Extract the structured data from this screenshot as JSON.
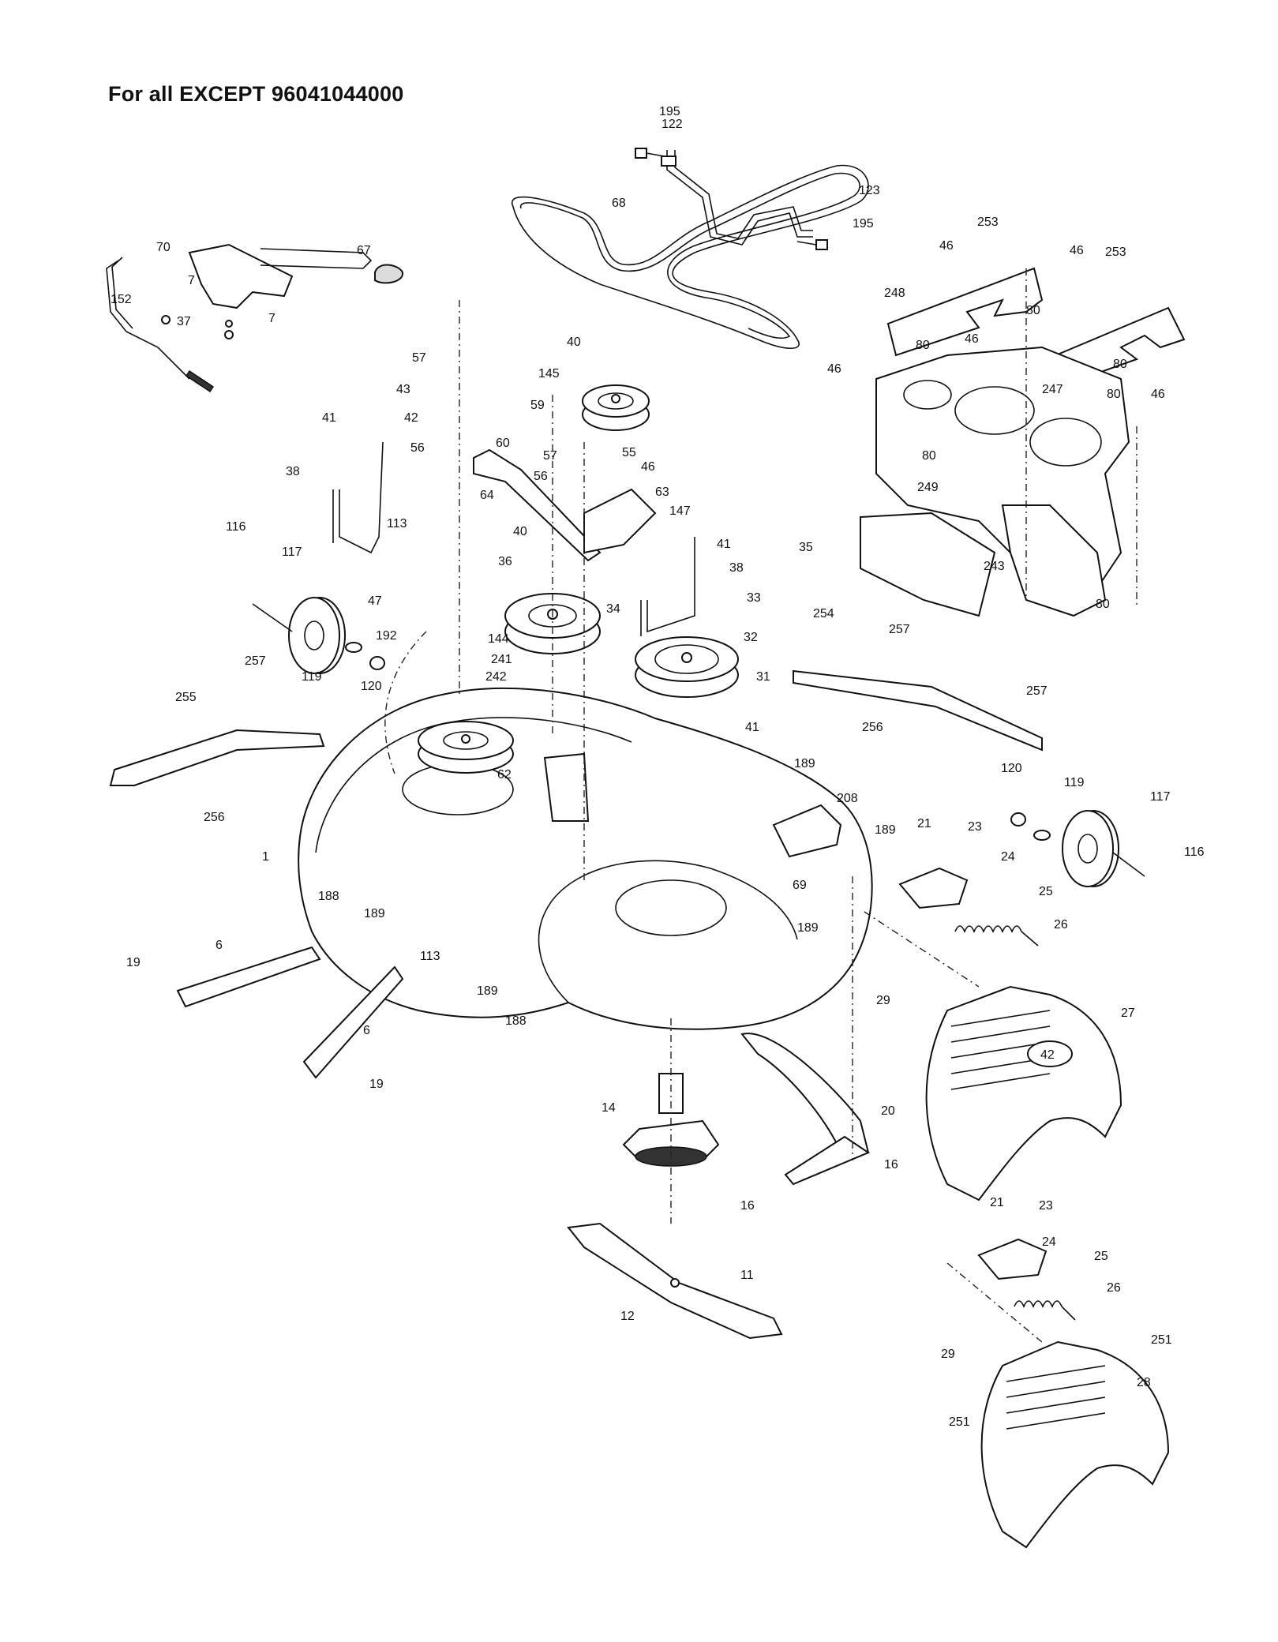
{
  "page": {
    "title": "For all EXCEPT 96041044000"
  },
  "callouts": [
    {
      "id": "c195a",
      "text": "195"
    },
    {
      "id": "c122",
      "text": "122"
    },
    {
      "id": "c68",
      "text": "68"
    },
    {
      "id": "c123",
      "text": "123"
    },
    {
      "id": "c195b",
      "text": "195"
    },
    {
      "id": "c253a",
      "text": "253"
    },
    {
      "id": "c253b",
      "text": "253"
    },
    {
      "id": "c46a",
      "text": "46"
    },
    {
      "id": "c46b",
      "text": "46"
    },
    {
      "id": "c70",
      "text": "70"
    },
    {
      "id": "c67",
      "text": "67"
    },
    {
      "id": "c7a",
      "text": "7"
    },
    {
      "id": "c152",
      "text": "152"
    },
    {
      "id": "c7b",
      "text": "7"
    },
    {
      "id": "c37",
      "text": "37"
    },
    {
      "id": "c248",
      "text": "248"
    },
    {
      "id": "c80a",
      "text": "80"
    },
    {
      "id": "c80b",
      "text": "80"
    },
    {
      "id": "c46c",
      "text": "46"
    },
    {
      "id": "c80c",
      "text": "80"
    },
    {
      "id": "c46d",
      "text": "46"
    },
    {
      "id": "c247",
      "text": "247"
    },
    {
      "id": "c80d",
      "text": "80"
    },
    {
      "id": "c46e",
      "text": "46"
    },
    {
      "id": "c40a",
      "text": "40"
    },
    {
      "id": "c57a",
      "text": "57"
    },
    {
      "id": "c145",
      "text": "145"
    },
    {
      "id": "c43",
      "text": "43"
    },
    {
      "id": "c59",
      "text": "59"
    },
    {
      "id": "c42",
      "text": "42"
    },
    {
      "id": "c41a",
      "text": "41"
    },
    {
      "id": "c56a",
      "text": "56"
    },
    {
      "id": "c60",
      "text": "60"
    },
    {
      "id": "c57b",
      "text": "57"
    },
    {
      "id": "c55",
      "text": "55"
    },
    {
      "id": "c80e",
      "text": "80"
    },
    {
      "id": "c38a",
      "text": "38"
    },
    {
      "id": "c56b",
      "text": "56"
    },
    {
      "id": "c46f",
      "text": "46"
    },
    {
      "id": "c249",
      "text": "249"
    },
    {
      "id": "c64",
      "text": "64"
    },
    {
      "id": "c63",
      "text": "63"
    },
    {
      "id": "c147",
      "text": "147"
    },
    {
      "id": "c116a",
      "text": "116"
    },
    {
      "id": "c113a",
      "text": "113"
    },
    {
      "id": "c40b",
      "text": "40"
    },
    {
      "id": "c41b",
      "text": "41"
    },
    {
      "id": "c35",
      "text": "35"
    },
    {
      "id": "c117a",
      "text": "117"
    },
    {
      "id": "c36",
      "text": "36"
    },
    {
      "id": "c38b",
      "text": "38"
    },
    {
      "id": "c243",
      "text": "243"
    },
    {
      "id": "c47",
      "text": "47"
    },
    {
      "id": "c33",
      "text": "33"
    },
    {
      "id": "c80f",
      "text": "80"
    },
    {
      "id": "c34",
      "text": "34"
    },
    {
      "id": "c254",
      "text": "254"
    },
    {
      "id": "c257a",
      "text": "257"
    },
    {
      "id": "c192",
      "text": "192"
    },
    {
      "id": "c144",
      "text": "144"
    },
    {
      "id": "c32",
      "text": "32"
    },
    {
      "id": "c257b",
      "text": "257"
    },
    {
      "id": "c241",
      "text": "241"
    },
    {
      "id": "c119a",
      "text": "119"
    },
    {
      "id": "c120a",
      "text": "120"
    },
    {
      "id": "c242",
      "text": "242"
    },
    {
      "id": "c31",
      "text": "31"
    },
    {
      "id": "c257c",
      "text": "257"
    },
    {
      "id": "c255",
      "text": "255"
    },
    {
      "id": "c41c",
      "text": "41"
    },
    {
      "id": "c256a",
      "text": "256"
    },
    {
      "id": "c189a",
      "text": "189"
    },
    {
      "id": "c120b",
      "text": "120"
    },
    {
      "id": "c62",
      "text": "62"
    },
    {
      "id": "c119b",
      "text": "119"
    },
    {
      "id": "c117b",
      "text": "117"
    },
    {
      "id": "c208",
      "text": "208"
    },
    {
      "id": "c256b",
      "text": "256"
    },
    {
      "id": "c21a",
      "text": "21"
    },
    {
      "id": "c23a",
      "text": "23"
    },
    {
      "id": "c189b",
      "text": "189"
    },
    {
      "id": "c116b",
      "text": "116"
    },
    {
      "id": "c1",
      "text": "1"
    },
    {
      "id": "c24a",
      "text": "24"
    },
    {
      "id": "c69",
      "text": "69"
    },
    {
      "id": "c188a",
      "text": "188"
    },
    {
      "id": "c189c",
      "text": "189"
    },
    {
      "id": "c25a",
      "text": "25"
    },
    {
      "id": "c189d",
      "text": "189"
    },
    {
      "id": "c26a",
      "text": "26"
    },
    {
      "id": "c113b",
      "text": "113"
    },
    {
      "id": "c6a",
      "text": "6"
    },
    {
      "id": "c19a",
      "text": "19"
    },
    {
      "id": "c189e",
      "text": "189"
    },
    {
      "id": "c29a",
      "text": "29"
    },
    {
      "id": "c27",
      "text": "27"
    },
    {
      "id": "c188b",
      "text": "188"
    },
    {
      "id": "c6b",
      "text": "6"
    },
    {
      "id": "c19b",
      "text": "19"
    },
    {
      "id": "c14",
      "text": "14"
    },
    {
      "id": "c20",
      "text": "20"
    },
    {
      "id": "c16a",
      "text": "16"
    },
    {
      "id": "c16b",
      "text": "16"
    },
    {
      "id": "c21b",
      "text": "21"
    },
    {
      "id": "c23b",
      "text": "23"
    },
    {
      "id": "c24b",
      "text": "24"
    },
    {
      "id": "c11",
      "text": "11"
    },
    {
      "id": "c25b",
      "text": "25"
    },
    {
      "id": "c26b",
      "text": "26"
    },
    {
      "id": "c12",
      "text": "12"
    },
    {
      "id": "c251a",
      "text": "251"
    },
    {
      "id": "c29b",
      "text": "29"
    },
    {
      "id": "c28",
      "text": "28"
    },
    {
      "id": "c251b",
      "text": "251"
    }
  ],
  "emblems": {
    "deflector_badge": "42"
  }
}
